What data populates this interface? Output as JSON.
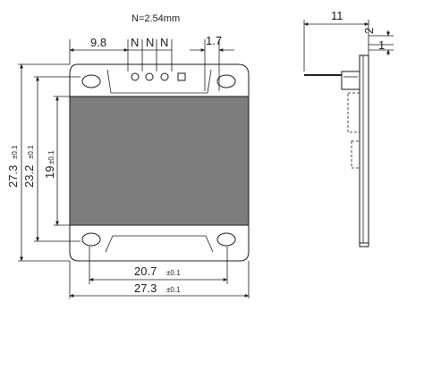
{
  "pitch_note": "N=2.54mm",
  "front_view": {
    "dim_pin_offset": "9.8",
    "dim_pin_pitch": [
      "N",
      "N",
      "N"
    ],
    "dim_pin_right": "1.7",
    "dim_height_outer": {
      "value": "27.3",
      "tol": "±0.1"
    },
    "dim_height_mid": {
      "value": "23.2",
      "tol": "±0.1"
    },
    "dim_height_inner": {
      "value": "19",
      "tol": "±0.1"
    },
    "dim_width_inner": {
      "value": "20.7",
      "tol": "±0.1"
    },
    "dim_width_outer": {
      "value": "27.3",
      "tol": "±0.1"
    }
  },
  "side_view": {
    "dim_depth": "11",
    "dim_pcb": "2",
    "dim_thin": "1"
  },
  "colors": {
    "display": "#7d7d7d",
    "ink": "#1a1a1a",
    "background": "#ffffff"
  }
}
